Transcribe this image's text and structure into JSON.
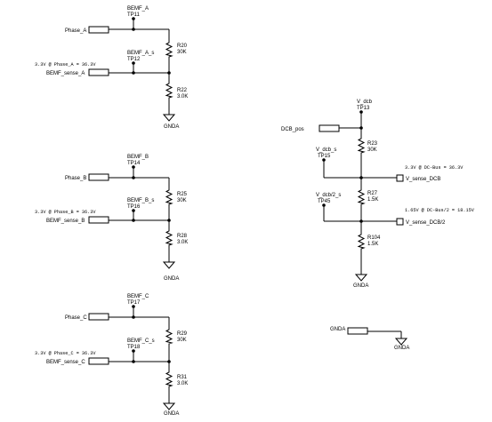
{
  "bemf_a": {
    "testpoint_top_net": "BEMF_A",
    "testpoint_top_ref": "TP11",
    "input_port": "Phase_A",
    "testpoint_sense_net": "BEMF_A_s",
    "testpoint_sense_ref": "TP12",
    "r_top_ref": "R20",
    "r_top_val": "30K",
    "r_bot_ref": "R22",
    "r_bot_val": "3.0K",
    "note": "3.3V @ Phase_A = 36.3V",
    "output_port": "BEMF_sense_A",
    "ground": "GNDA"
  },
  "bemf_b": {
    "testpoint_top_net": "BEMF_B",
    "testpoint_top_ref": "TP14",
    "input_port": "Phase_B",
    "testpoint_sense_net": "BEMF_B_s",
    "testpoint_sense_ref": "TP16",
    "r_top_ref": "R25",
    "r_top_val": "30K",
    "r_bot_ref": "R28",
    "r_bot_val": "3.0K",
    "note": "3.3V @ Phase_B = 36.3V",
    "output_port": "BEMF_sense_B",
    "ground": "GNDA"
  },
  "bemf_c": {
    "testpoint_top_net": "BEMF_C",
    "testpoint_top_ref": "TP17",
    "input_port": "Phase_C",
    "testpoint_sense_net": "BEMF_C_s",
    "testpoint_sense_ref": "TP18",
    "r_top_ref": "R29",
    "r_top_val": "30K",
    "r_bot_ref": "R31",
    "r_bot_val": "3.0K",
    "note": "3.3V @ Phase_C = 36.3V",
    "output_port": "BEMF_sense_C",
    "ground": "GNDA"
  },
  "dcb": {
    "testpoint_top_net": "V_dcb",
    "testpoint_top_ref": "TP13",
    "input_port": "DCB_pos",
    "testpoint_sense_net": "V_dcb_s",
    "testpoint_sense_ref": "TP15",
    "r1_ref": "R23",
    "r1_val": "30K",
    "note1": "3.3V @  DC-Bus = 36.3V",
    "output1_port": "V_sense_DCB",
    "testpoint_half_net": "V_dcb/2_s",
    "testpoint_half_ref": "TP45",
    "r2_ref": "R27",
    "r2_val": "1.5K",
    "note2": "1.65V @  DC-Bus/2 = 18.15V",
    "output2_port": "V_sense_DCB/2",
    "r3_ref": "R104",
    "r3_val": "1.5K",
    "ground": "GNDA"
  },
  "gnd_tie": {
    "port": "GNDA",
    "ground": "GNDA"
  }
}
